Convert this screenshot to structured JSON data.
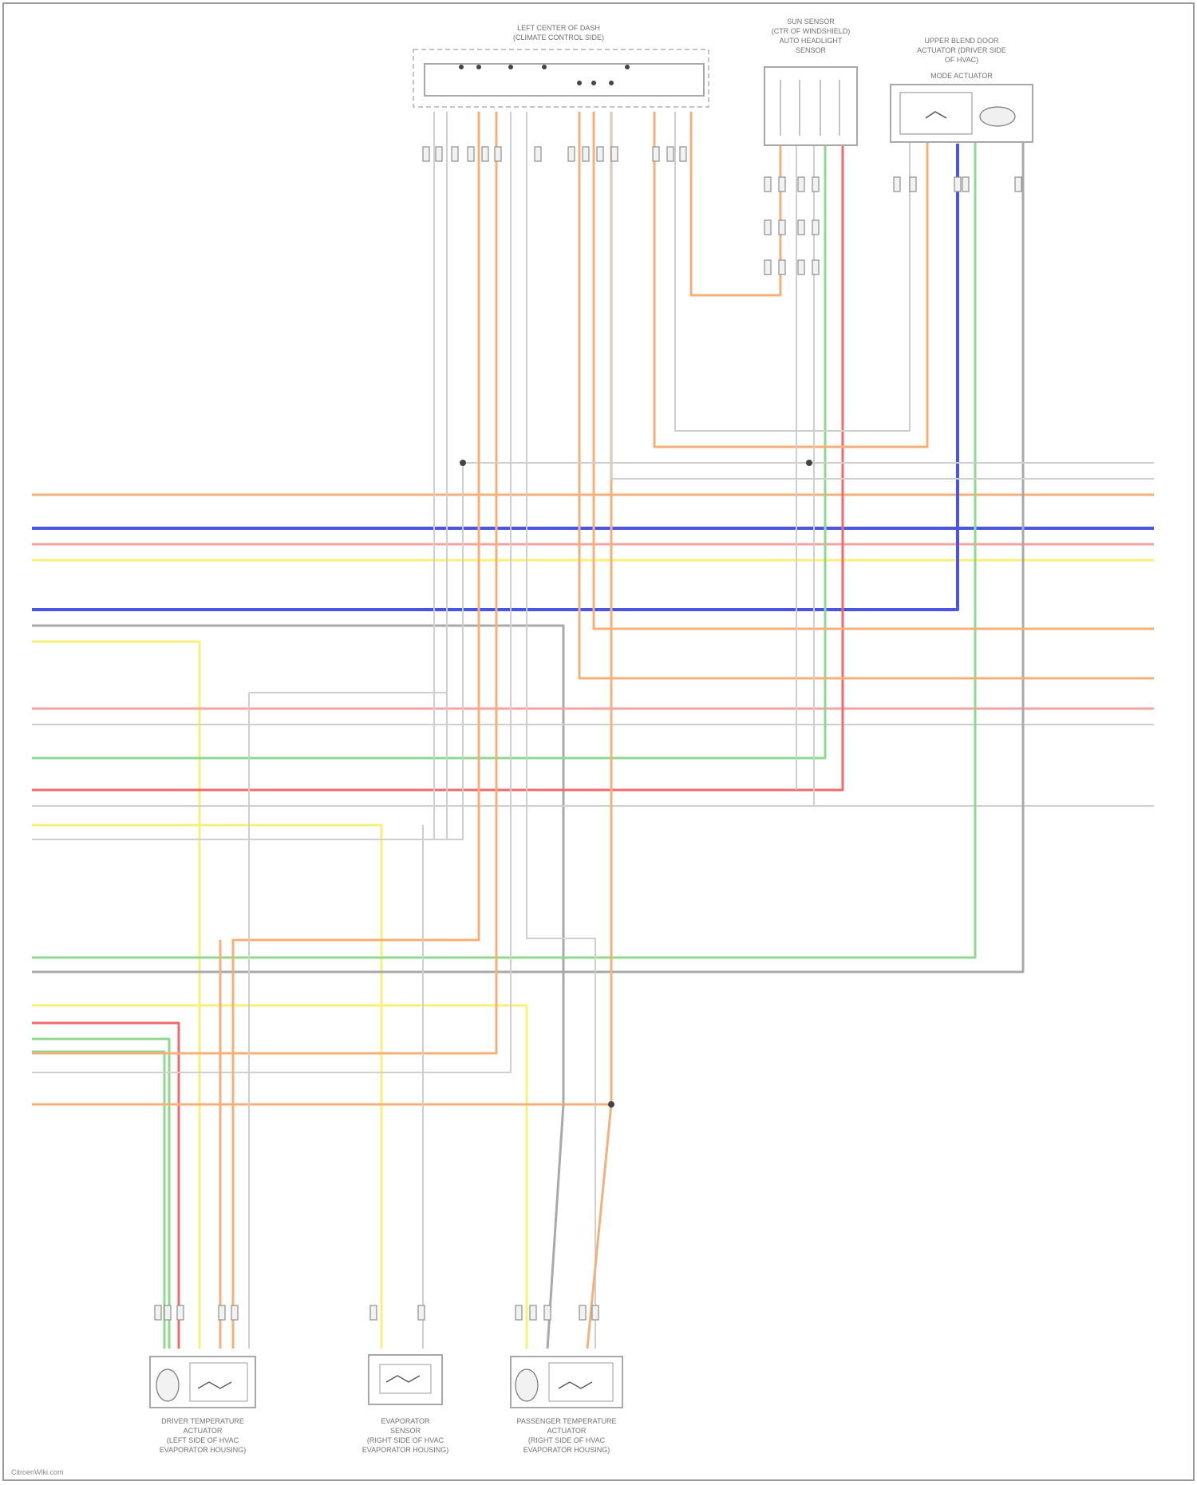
{
  "colors": {
    "orange": "#f5b07a",
    "blue": "#4b55e0",
    "pink": "#f4a3a3",
    "yellow": "#f7f07a",
    "gray": "#a9a9a9",
    "lightgray": "#cfcfcf",
    "green": "#8fd98f",
    "red": "#ee6b6b",
    "frame": "#9a9a9a"
  },
  "components": {
    "left_module": {
      "label_line1": "LEFT CENTER OF DASH",
      "label_line2": "(CLIMATE CONTROL SIDE)"
    },
    "sensor_top": {
      "label_line1": "SUN SENSOR",
      "label_line2": "(CTR OF WINDSHIELD)",
      "label_line3": "AUTO HEADLIGHT",
      "label_line4": "SENSOR"
    },
    "actuator_top": {
      "label_line1": "UPPER BLEND DOOR",
      "label_line2": "ACTUATOR (DRIVER SIDE",
      "label_line3": "OF HVAC)",
      "label_line4": "MODE ACTUATOR"
    },
    "bottom_left": {
      "label_line1": "DRIVER TEMPERATURE",
      "label_line2": "ACTUATOR",
      "label_line3": "(LEFT SIDE OF HVAC",
      "label_line4": "EVAPORATOR HOUSING)"
    },
    "bottom_mid": {
      "label_line1": "EVAPORATOR",
      "label_line2": "SENSOR",
      "label_line3": "(RIGHT SIDE OF HVAC",
      "label_line4": "EVAPORATOR HOUSING)"
    },
    "bottom_right": {
      "label_line1": "PASSENGER TEMPERATURE",
      "label_line2": "ACTUATOR",
      "label_line3": "(RIGHT SIDE OF HVAC",
      "label_line4": "EVAPORATOR HOUSING)"
    }
  },
  "footer": "CitroenWiki.com"
}
